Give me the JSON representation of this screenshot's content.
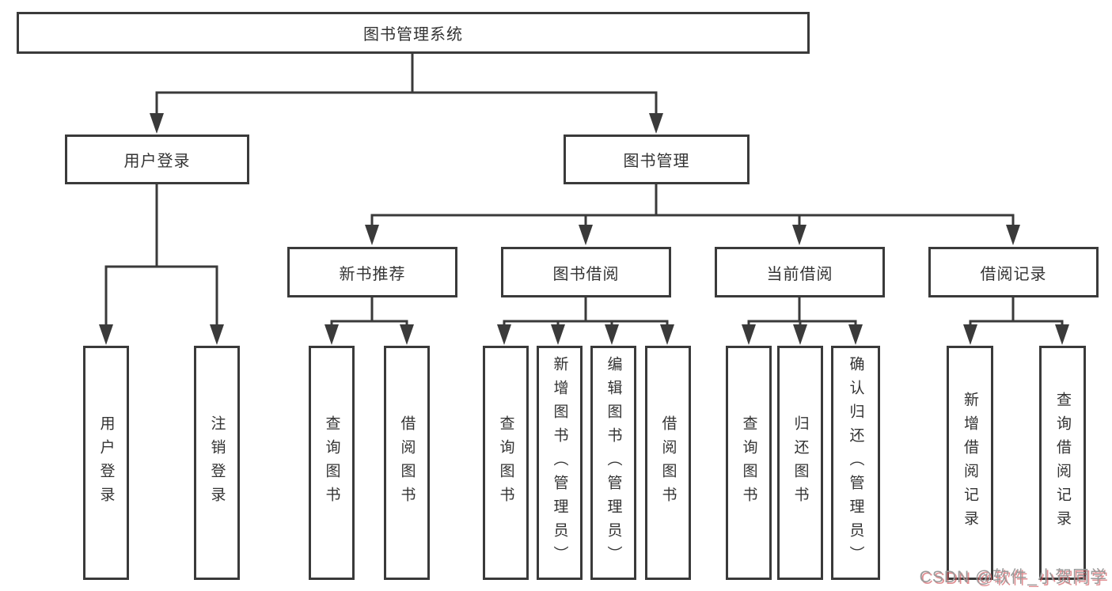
{
  "nodes": {
    "root": "图书管理系统",
    "user_login": "用户登录",
    "book_mgmt": "图书管理",
    "new_book_rec": "新书推荐",
    "book_borrow": "图书借阅",
    "current_borrow": "当前借阅",
    "borrow_records": "借阅记录",
    "leaf_user_login": "用户登录",
    "leaf_logout": "注销登录",
    "leaf_query_book_rec": "查询图书",
    "leaf_borrow_book_rec": "借阅图书",
    "leaf_query_book_borrow": "查询图书",
    "leaf_add_book_admin": "新增图书（管理员）",
    "leaf_edit_book_admin": "编辑图书（管理员）",
    "leaf_borrow_book_borrow": "借阅图书",
    "leaf_query_book_current": "查询图书",
    "leaf_return_book": "归还图书",
    "leaf_confirm_return_admin": "确认归还（管理员）",
    "leaf_add_borrow_record": "新增借阅记录",
    "leaf_query_borrow_record": "查询借阅记录"
  },
  "watermark": "CSDN @软件_小贺同学",
  "colors": {
    "line": "#3a3a3a",
    "border": "#3a3a3a",
    "text": "#333333",
    "watermark_gray": "#9a9a9a",
    "watermark_red": "#cf5258"
  }
}
